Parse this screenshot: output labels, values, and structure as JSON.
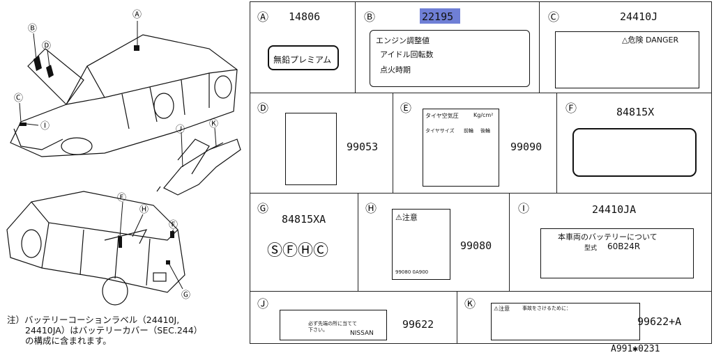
{
  "note": {
    "line1": "注）バッテリーコーションラベル（24410J,",
    "line2": "24410JA）はバッテリーカバー（SEC.244）",
    "line3": "の構成に含まれます。"
  },
  "reference": "A991✱0231",
  "callouts": [
    "Ⓐ",
    "Ⓑ",
    "Ⓒ",
    "Ⓓ",
    "Ⓔ",
    "Ⓕ",
    "Ⓖ",
    "Ⓗ",
    "Ⓘ",
    "Ⓙ",
    "Ⓚ"
  ],
  "panels": {
    "A": {
      "letter": "Ⓐ",
      "part": "14806",
      "label_text": "無鉛プレミアム"
    },
    "B": {
      "letter": "Ⓑ",
      "part": "22195",
      "title": "エンジン調整値",
      "row1": "アイドル回転数",
      "row2": "点火時期"
    },
    "C": {
      "letter": "Ⓒ",
      "part": "24410J",
      "warning": "△危険 DANGER"
    },
    "D": {
      "letter": "Ⓓ",
      "part": "99053"
    },
    "E": {
      "letter": "Ⓔ",
      "part": "99090",
      "title": "タイヤ空気圧",
      "unit": "Kg/cm²",
      "col1": "タイヤサイズ",
      "col2": "前輪",
      "col3": "後輪"
    },
    "F": {
      "letter": "Ⓕ",
      "part": "84815X"
    },
    "G": {
      "letter": "Ⓖ",
      "part": "84815XA",
      "badge": "ⓈⒻⒽⒸ"
    },
    "H": {
      "letter": "Ⓗ",
      "part": "99080",
      "caution": "⚠注意",
      "code": "99080 0A900"
    },
    "I": {
      "letter": "Ⓘ",
      "part": "24410JA",
      "title": "本車両のバッテリーについて",
      "model_label": "型式",
      "model": "60B24R"
    },
    "J": {
      "letter": "Ⓙ",
      "part": "99622",
      "text1": "必ず先端の所に当てて",
      "text2": "下さい。",
      "brand": "NISSAN"
    },
    "K": {
      "letter": "Ⓚ",
      "part": "99622+A",
      "caution": "⚠注意",
      "text": "事故をさけるために："
    }
  }
}
